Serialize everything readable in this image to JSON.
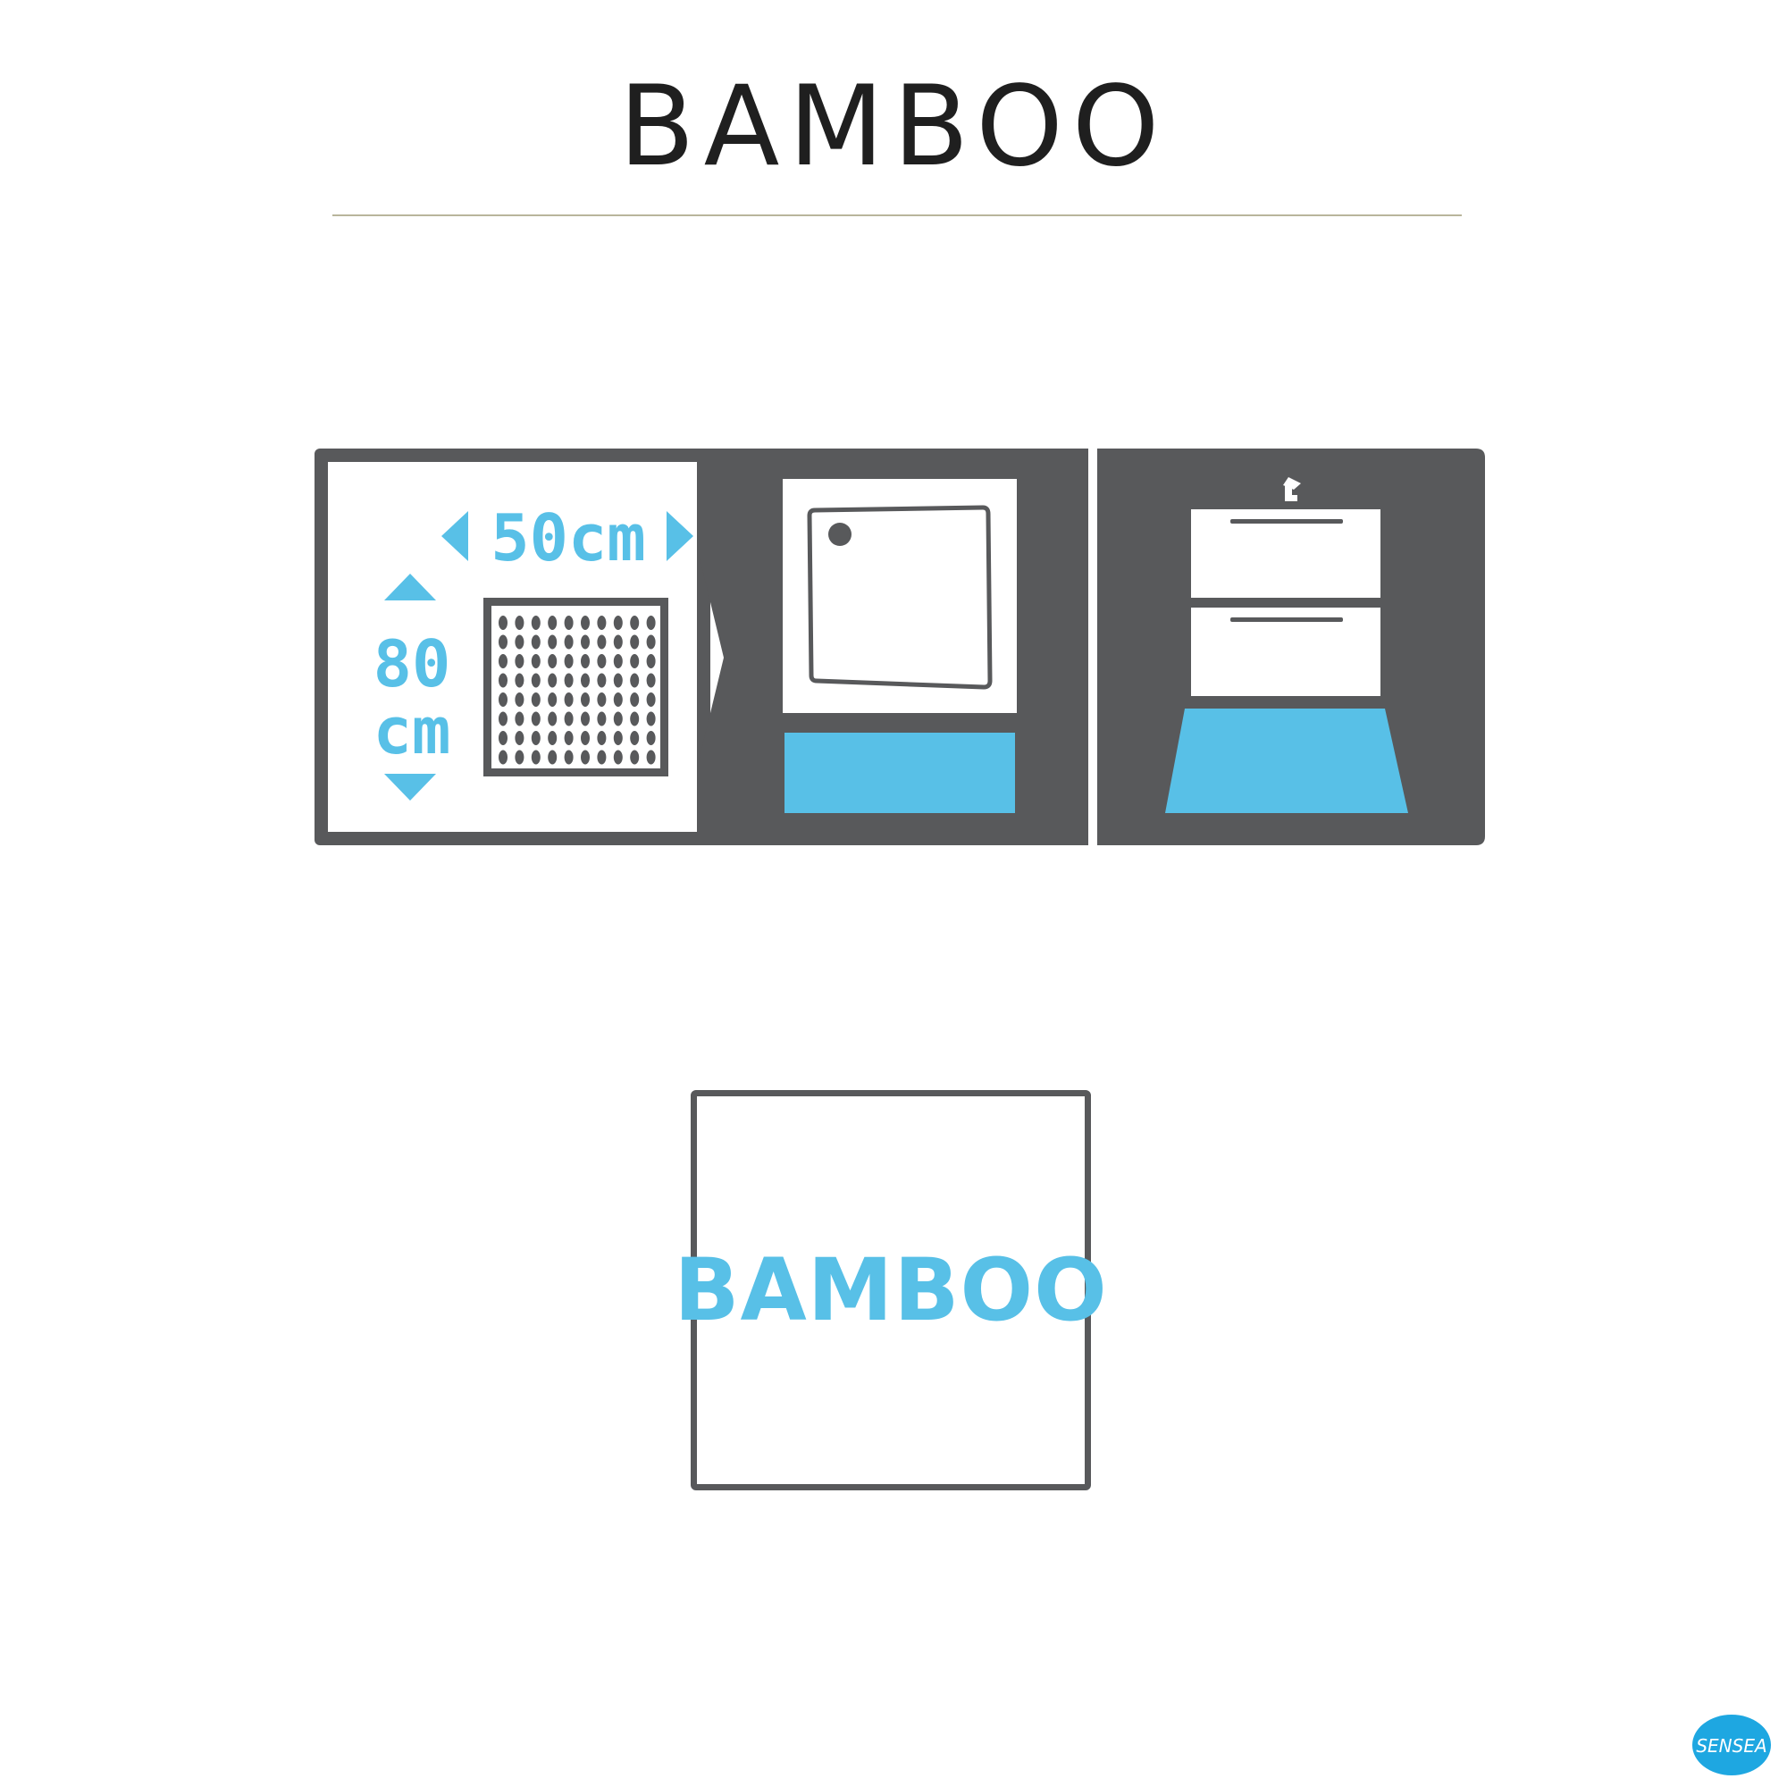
{
  "header": {
    "title": "BAMBOO"
  },
  "dimensions": {
    "width_label": "50cm",
    "height_value": "80",
    "height_unit": "cm"
  },
  "product_preview": {
    "label": "BAMBOO"
  },
  "brand": {
    "logo_text": "SENSEA"
  },
  "colors": {
    "accent_blue": "#58c0e7",
    "panel_gray": "#58595b",
    "title_dark": "#1f1f1f",
    "rule": "#b9b59c"
  },
  "icons": [
    "arrow-left-icon",
    "arrow-right-icon",
    "arrow-up-icon",
    "arrow-down-icon",
    "mat-pattern-icon",
    "shower-tray-icon",
    "bathroom-cabinet-icon",
    "faucet-icon",
    "sensea-logo-icon"
  ]
}
